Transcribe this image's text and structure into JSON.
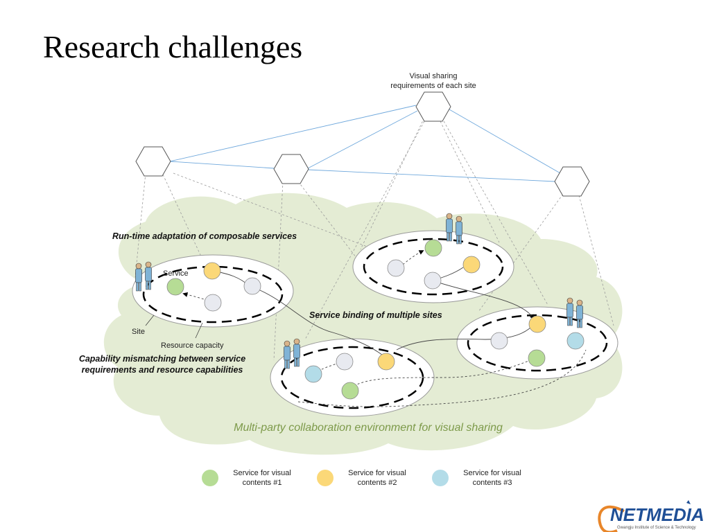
{
  "slide": {
    "title": "Research challenges"
  },
  "diagram": {
    "top_label_line1": "Visual sharing",
    "top_label_line2": "requirements of each site",
    "runtime_label": "Run-time adaptation of composable services",
    "service_label": "Service",
    "site_label": "Site",
    "resource_label": "Resource capacity",
    "mismatch_line1": "Capability mismatching between service",
    "mismatch_line2": "requirements and resource capabilities",
    "binding_label": "Service binding of multiple sites",
    "environment_label": "Multi-party collaboration environment for visual sharing"
  },
  "legend": {
    "items": [
      {
        "line1": "Service for visual",
        "line2": "contents #1",
        "color": "#b6dc95"
      },
      {
        "line1": "Service for visual",
        "line2": "contents #2",
        "color": "#fbd878"
      },
      {
        "line1": "Service for visual",
        "line2": "contents #3",
        "color": "#b3dce8"
      }
    ]
  },
  "logo": {
    "text": "NETMEDIA",
    "subtitle": "Gwangju Institute of Science & Technology"
  },
  "colors": {
    "cloud": "#e4ecd4",
    "green": "#b6dc95",
    "yellow": "#fbd878",
    "blue": "#b3dce8",
    "gray": "#e8eaf0",
    "link": "#6fa8dc",
    "person": "#7fb3d6"
  }
}
